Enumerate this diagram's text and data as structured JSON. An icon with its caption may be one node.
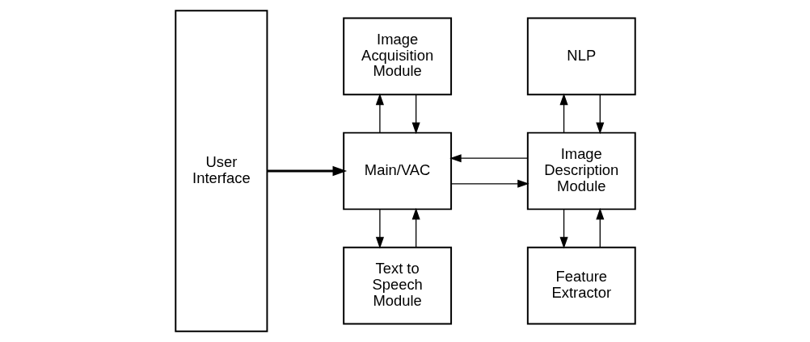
{
  "diagram": {
    "nodes": [
      {
        "text": [
          "User Interface"
        ]
      },
      {
        "text": [
          "Main/VAC"
        ]
      },
      {
        "text": [
          "Text to Speech Module"
        ]
      },
      {
        "text": [
          "Image Acquisition Module"
        ]
      },
      {
        "text": [
          "Image Description Module"
        ]
      },
      {
        "text": [
          "Feature Extractor"
        ]
      },
      {
        "text": [
          "NLP"
        ]
      }
    ],
    "edges": [
      {
        "from": 0,
        "to": 1,
        "arrow": "to",
        "style": "thick"
      },
      {
        "from": 1,
        "to": 2,
        "arrow": "to"
      },
      {
        "from": 2,
        "to": 1,
        "arrow": "to"
      },
      {
        "from": 3,
        "to": 1,
        "arrow": "to"
      },
      {
        "from": 1,
        "to": 3,
        "arrow": "to"
      },
      {
        "from": 1,
        "to": 4,
        "arrow": "to"
      },
      {
        "from": 4,
        "to": 1,
        "arrow": "to"
      },
      {
        "from": 4,
        "to": 5,
        "arrow": "to"
      },
      {
        "from": 5,
        "to": 4,
        "arrow": "to"
      },
      {
        "from": 6,
        "to": 4,
        "arrow": "to"
      },
      {
        "from": 4,
        "to": 6,
        "arrow": "to"
      }
    ]
  }
}
